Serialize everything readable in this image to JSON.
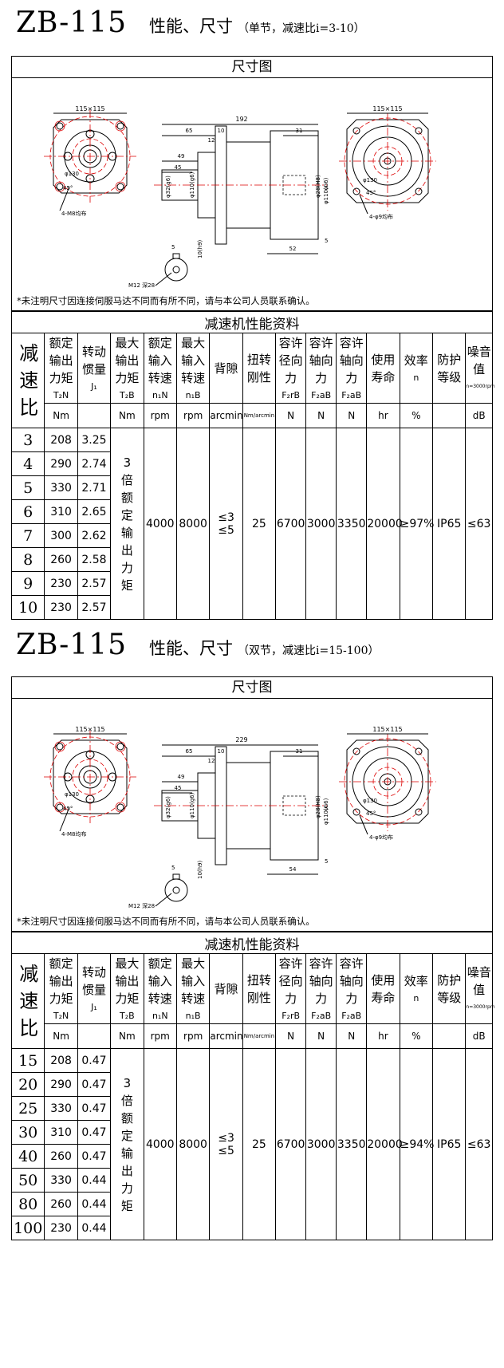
{
  "sections": [
    {
      "model": "ZB-115",
      "perf_title": "性能、尺寸",
      "subtitle": "（单节，减速比i=3-10）",
      "drawing_title": "尺寸图",
      "dims": {
        "flange": "115×115",
        "total": "192",
        "a": "65",
        "b": "10",
        "c": "12",
        "d": "31",
        "e": "49",
        "f": "45",
        "g": "52",
        "h": "5",
        "i": "5",
        "shaft_d": "φ32(g6)",
        "pilot_d": "φ110(g6)",
        "in_d": "φ28(H8)",
        "in_pilot": "φ110(G6)",
        "bolt": "4-M8均布",
        "holes": "4-φ9均布",
        "key_w": "5",
        "key_h": "10(h9)",
        "thread": "M12 深28",
        "pcd": "φ130",
        "angle": "45°",
        "angle2": "45°",
        "pcd2": "φ130"
      },
      "note": "*未注明尺寸因连接伺服马达不同而有所不同，请与本公司人员联系确认。",
      "table_title": "减速机性能资料",
      "headers": {
        "ratio": "减速比",
        "torque": "额定输出力矩",
        "torque_sym": "T₂N",
        "inertia": "转动惯量",
        "inertia_sym": "J₁",
        "max_torque": "最大输出力矩",
        "max_torque_sym": "T₂B",
        "in_speed": "额定输入转速",
        "in_speed_sym": "n₁N",
        "max_speed": "最大输入转速",
        "max_speed_sym": "n₁B",
        "backlash": "背隙",
        "stiffness": "扭转刚性",
        "radial": "容许径向力",
        "radial_sym": "F₂rB",
        "axial1": "容许轴向力",
        "axial1_sym": "F₂aB",
        "axial2": "容许轴向力",
        "axial2_sym": "F₂aB",
        "life": "使用寿命",
        "eff": "效率",
        "eff_sym": "n",
        "prot": "防护等级",
        "noise": "噪音值",
        "noise_sym": "n=3000rpm"
      },
      "units": [
        "Nm",
        "",
        "Nm",
        "rpm",
        "rpm",
        "arcmin",
        "Nm/arcmin",
        "N",
        "N",
        "N",
        "hr",
        "%",
        "",
        "dB"
      ],
      "rows": [
        {
          "ratio": "3",
          "torque": "208",
          "inertia": "3.25"
        },
        {
          "ratio": "4",
          "torque": "290",
          "inertia": "2.74"
        },
        {
          "ratio": "5",
          "torque": "330",
          "inertia": "2.71"
        },
        {
          "ratio": "6",
          "torque": "310",
          "inertia": "2.65"
        },
        {
          "ratio": "7",
          "torque": "300",
          "inertia": "2.62"
        },
        {
          "ratio": "8",
          "torque": "260",
          "inertia": "2.58"
        },
        {
          "ratio": "9",
          "torque": "230",
          "inertia": "2.57"
        },
        {
          "ratio": "10",
          "torque": "230",
          "inertia": "2.57"
        }
      ],
      "merged": {
        "max_torque": "3倍额定输出力矩",
        "in_speed": "4000",
        "max_speed": "8000",
        "backlash": "≤3\n≤5",
        "stiffness": "25",
        "radial": "6700",
        "axial1": "3000",
        "axial2": "3350",
        "life": "20000",
        "eff": "≥97%",
        "prot": "IP65",
        "noise": "≤63"
      }
    },
    {
      "model": "ZB-115",
      "perf_title": "性能、尺寸",
      "subtitle": "（双节，减速比i=15-100）",
      "drawing_title": "尺寸图",
      "dims": {
        "flange": "115×115",
        "total": "229",
        "a": "65",
        "b": "10",
        "c": "12",
        "d": "31",
        "e": "49",
        "f": "45",
        "g": "54",
        "h": "5",
        "i": "5",
        "shaft_d": "φ32(g6)",
        "pilot_d": "φ110(g6)",
        "in_d": "φ28(H8)",
        "in_pilot": "φ110(G6)",
        "bolt": "4-M8均布",
        "holes": "4-φ9均布",
        "key_w": "5",
        "key_h": "10(h9)",
        "thread": "M12 深28",
        "pcd": "φ130",
        "angle": "45°",
        "angle2": "45°",
        "pcd2": "φ130"
      },
      "note": "*未注明尺寸因连接伺服马达不同而有所不同，请与本公司人员联系确认。",
      "table_title": "减速机性能资料",
      "headers": {
        "ratio": "减速比",
        "torque": "额定输出力矩",
        "torque_sym": "T₂N",
        "inertia": "转动惯量",
        "inertia_sym": "J₁",
        "max_torque": "最大输出力矩",
        "max_torque_sym": "T₂B",
        "in_speed": "额定输入转速",
        "in_speed_sym": "n₁N",
        "max_speed": "最大输入转速",
        "max_speed_sym": "n₁B",
        "backlash": "背隙",
        "stiffness": "扭转刚性",
        "radial": "容许径向力",
        "radial_sym": "F₂rB",
        "axial1": "容许轴向力",
        "axial1_sym": "F₂aB",
        "axial2": "容许轴向力",
        "axial2_sym": "F₂aB",
        "life": "使用寿命",
        "eff": "效率",
        "eff_sym": "n",
        "prot": "防护等级",
        "noise": "噪音值",
        "noise_sym": "n=3000rpm"
      },
      "units": [
        "Nm",
        "",
        "Nm",
        "rpm",
        "rpm",
        "arcmin",
        "Nm/arcmin",
        "N",
        "N",
        "N",
        "hr",
        "%",
        "",
        "dB"
      ],
      "rows": [
        {
          "ratio": "15",
          "torque": "208",
          "inertia": "0.47"
        },
        {
          "ratio": "20",
          "torque": "290",
          "inertia": "0.47"
        },
        {
          "ratio": "25",
          "torque": "330",
          "inertia": "0.47"
        },
        {
          "ratio": "30",
          "torque": "310",
          "inertia": "0.47"
        },
        {
          "ratio": "40",
          "torque": "260",
          "inertia": "0.47"
        },
        {
          "ratio": "50",
          "torque": "330",
          "inertia": "0.44"
        },
        {
          "ratio": "80",
          "torque": "260",
          "inertia": "0.44"
        },
        {
          "ratio": "100",
          "torque": "230",
          "inertia": "0.44"
        }
      ],
      "merged": {
        "max_torque": "3倍额定输出力矩",
        "in_speed": "4000",
        "max_speed": "8000",
        "backlash": "≤3\n≤5",
        "stiffness": "25",
        "radial": "6700",
        "axial1": "3000",
        "axial2": "3350",
        "life": "20000",
        "eff": "≥94%",
        "prot": "IP65",
        "noise": "≤63"
      }
    }
  ]
}
